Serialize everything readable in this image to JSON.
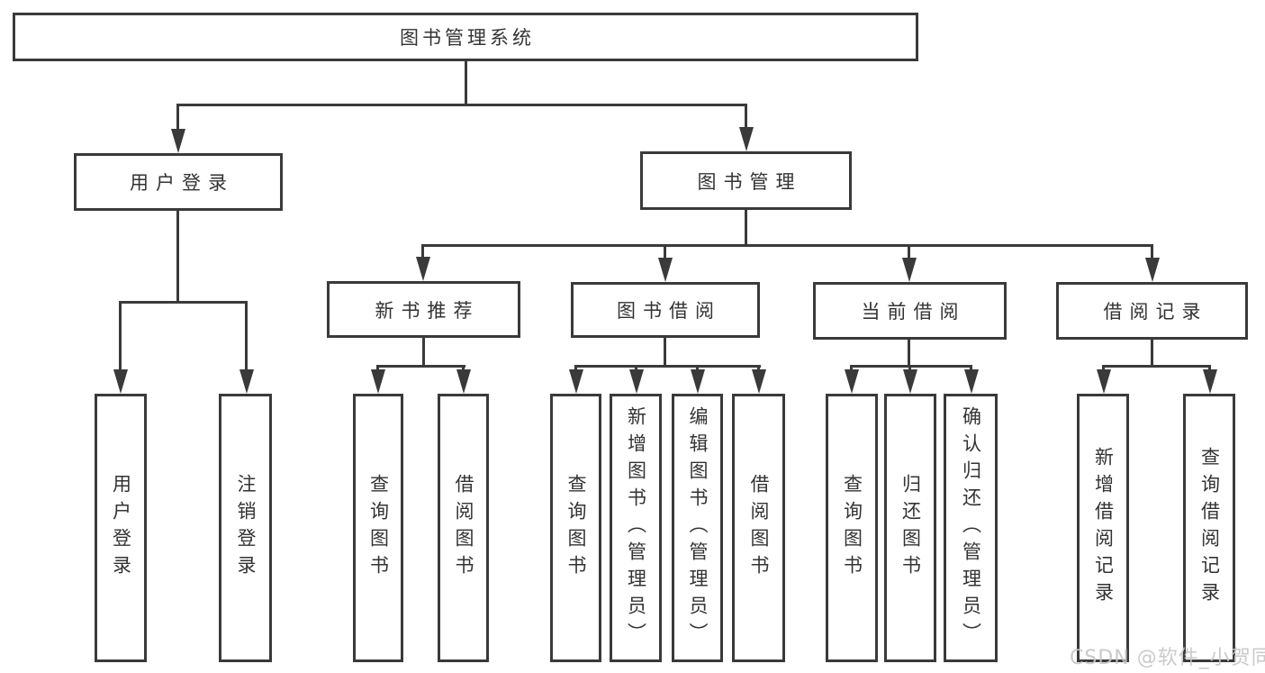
{
  "colors": {
    "line": "#3a3a3a",
    "text": "#333333",
    "background": "#ffffff",
    "watermark": "#c5c5c5"
  },
  "watermark": {
    "text": "CSDN @软件_小贺同学"
  },
  "tree": {
    "label": "图书管理系统",
    "children": [
      {
        "label": "用户登录",
        "children": [
          {
            "label": "用户登录"
          },
          {
            "label": "注销登录"
          }
        ]
      },
      {
        "label": "图书管理",
        "children": [
          {
            "label": "新书推荐",
            "children": [
              {
                "label": "查询图书"
              },
              {
                "label": "借阅图书"
              }
            ]
          },
          {
            "label": "图书借阅",
            "children": [
              {
                "label": "查询图书"
              },
              {
                "label": "新增图书（管理员）"
              },
              {
                "label": "编辑图书（管理员）"
              },
              {
                "label": "借阅图书"
              }
            ]
          },
          {
            "label": "当前借阅",
            "children": [
              {
                "label": "查询图书"
              },
              {
                "label": "归还图书"
              },
              {
                "label": "确认归还（管理员）"
              }
            ]
          },
          {
            "label": "借阅记录",
            "children": [
              {
                "label": "新增借阅记录"
              },
              {
                "label": "查询借阅记录"
              }
            ]
          }
        ]
      }
    ]
  }
}
